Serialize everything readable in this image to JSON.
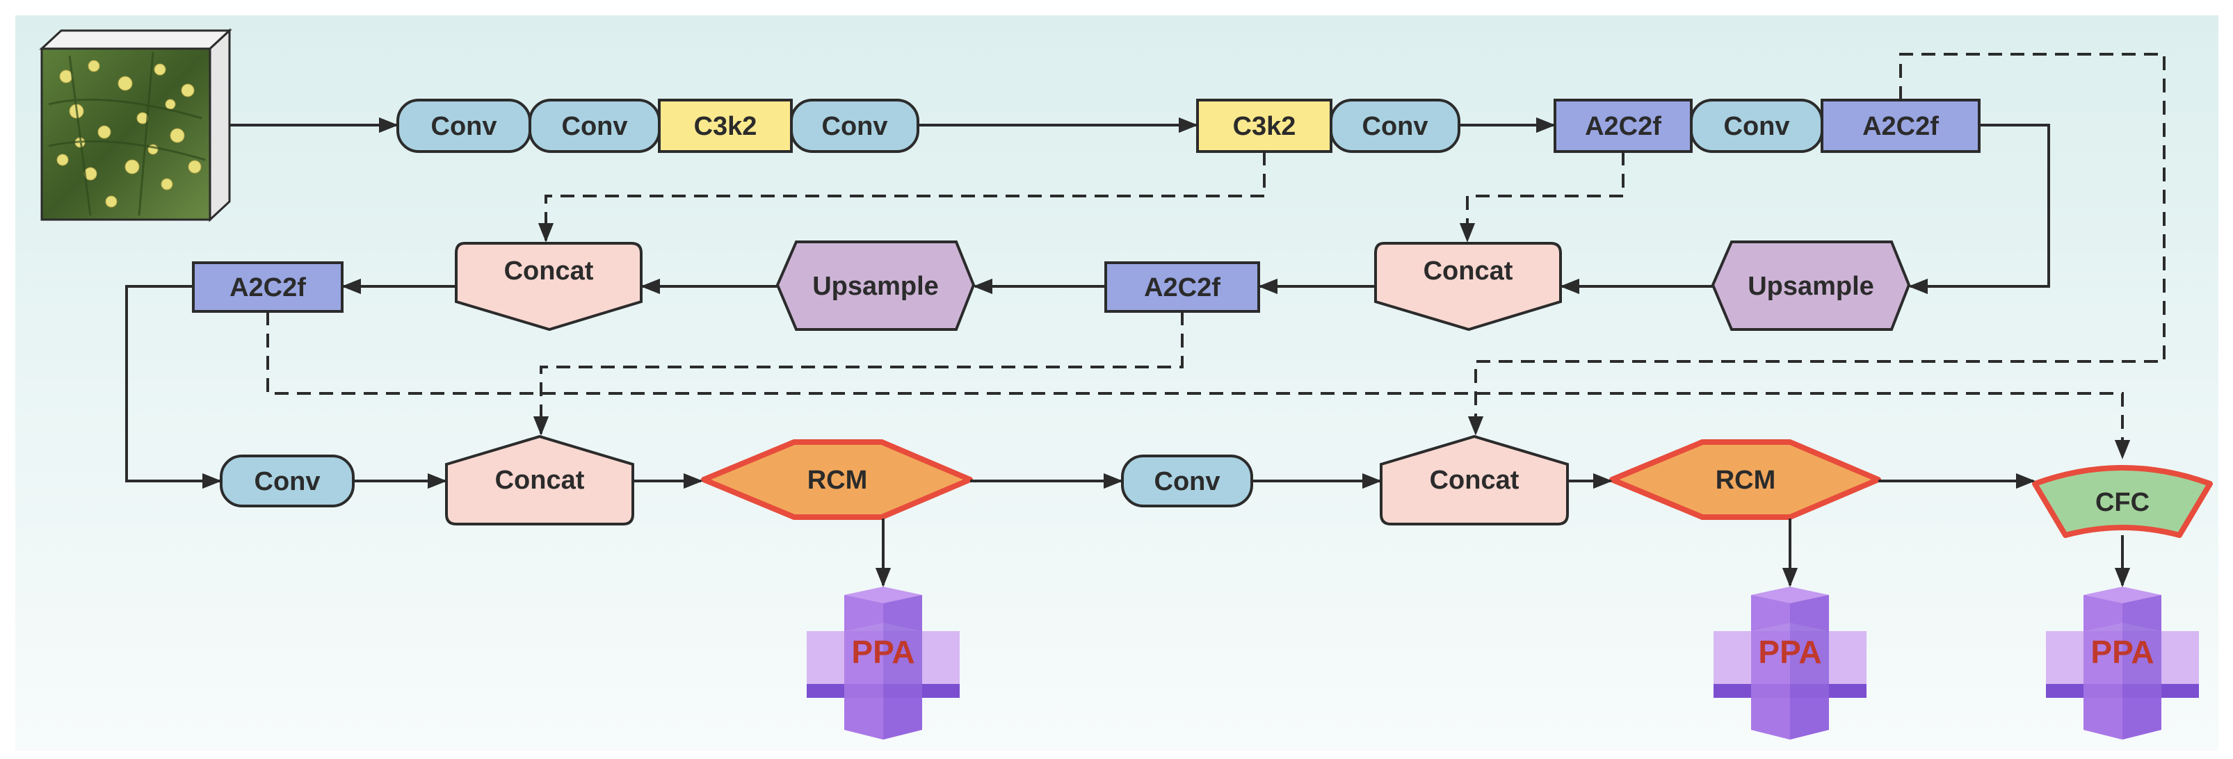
{
  "colors": {
    "conv": "#a9d1e1",
    "c3k2": "#fbe98e",
    "a2c2f": "#9aa6e2",
    "concat": "#f9d8d1",
    "upsample": "#cdb4d6",
    "rcm_fill": "#f2a85c",
    "rcm_border": "#e74c3c",
    "cfc_fill": "#a3d39c",
    "ppa_light": "#d7b8f3",
    "ppa_mid": "#a978e6",
    "ppa_dark": "#7b4fd0",
    "ppa_text": "#c0392b",
    "background_top": "#dcefee",
    "background_bottom": "#f6fbfb"
  },
  "input_image": {
    "description_icon": "input-image"
  },
  "row1": {
    "conv_1": "Conv",
    "conv_2": "Conv",
    "c3k2_1": "C3k2",
    "conv_3": "Conv",
    "c3k2_2": "C3k2",
    "conv_4": "Conv",
    "a2c2f_1": "A2C2f",
    "conv_5": "Conv",
    "a2c2f_2": "A2C2f"
  },
  "row2": {
    "a2c2f_left": "A2C2f",
    "concat_1": "Concat",
    "upsample_1": "Upsample",
    "a2c2f_mid": "A2C2f",
    "concat_2": "Concat",
    "upsample_2": "Upsample"
  },
  "row3": {
    "conv_1": "Conv",
    "concat_1": "Concat",
    "rcm_1": "RCM",
    "conv_2": "Conv",
    "concat_2": "Concat",
    "rcm_2": "RCM",
    "cfc": "CFC"
  },
  "outputs": {
    "ppa_1": "PPA",
    "ppa_2": "PPA",
    "ppa_3": "PPA"
  }
}
